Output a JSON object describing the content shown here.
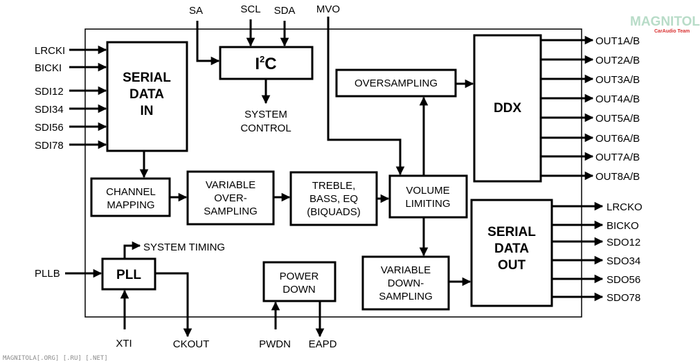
{
  "watermark": {
    "logo": "MAGNITOLA",
    "sub": "CarAudio Team",
    "footer": "MAGNITOLA[.ORG] [.RU] [.NET]"
  },
  "blocks": {
    "serial_in": [
      "SERIAL",
      "DATA",
      "IN"
    ],
    "i2c_main": "I",
    "i2c_sup": "2",
    "i2c_tail": "C",
    "system_control": [
      "SYSTEM",
      "CONTROL"
    ],
    "oversampling": "OVERSAMPLING",
    "ddx": "DDX",
    "channel_mapping": [
      "CHANNEL",
      "MAPPING"
    ],
    "variable_oversampling": [
      "VARIABLE",
      "OVER-",
      "SAMPLING"
    ],
    "treble": [
      "TREBLE,",
      "BASS, EQ",
      "(BIQUADS)"
    ],
    "volume": [
      "VOLUME",
      "LIMITING"
    ],
    "serial_out": [
      "SERIAL",
      "DATA",
      "OUT"
    ],
    "pll": "PLL",
    "system_timing": "SYSTEM TIMING",
    "power_down": [
      "POWER",
      "DOWN"
    ],
    "variable_downsampling": [
      "VARIABLE",
      "DOWN-",
      "SAMPLING"
    ]
  },
  "pins": {
    "top": {
      "sa": "SA",
      "scl": "SCL",
      "sda": "SDA",
      "mvo": "MVO"
    },
    "inputs": [
      "LRCKI",
      "BICKI",
      "SDI12",
      "SDI34",
      "SDI56",
      "SDI78"
    ],
    "pllb": "PLLB",
    "bottom": {
      "xti": "XTI",
      "ckout": "CKOUT",
      "pwdn": "PWDN",
      "eapd": "EAPD"
    },
    "outputs": [
      "OUT1A/B",
      "OUT2A/B",
      "OUT3A/B",
      "OUT4A/B",
      "OUT5A/B",
      "OUT6A/B",
      "OUT7A/B",
      "OUT8A/B"
    ],
    "serial_outputs": [
      "LRCKO",
      "BICKO",
      "SDO12",
      "SDO34",
      "SDO56",
      "SDO78"
    ]
  }
}
